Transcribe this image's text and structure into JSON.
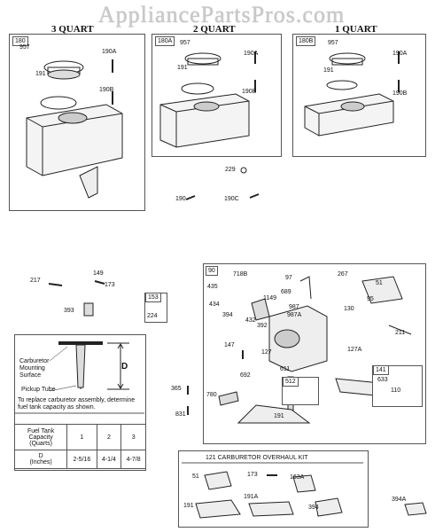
{
  "watermark": "AppliancePartsPros.com",
  "panels": {
    "p180": {
      "tag": "180",
      "title": "3 QUART",
      "l957": "957",
      "l190a": "190A",
      "l191": "191",
      "l190b": "190B"
    },
    "p180a": {
      "tag": "180A",
      "title": "2 QUART",
      "l957": "957",
      "l190a": "190A",
      "l191": "191",
      "l190b": "190B"
    },
    "p180b": {
      "tag": "180B",
      "title": "1 QUART",
      "l957": "957",
      "l190a": "190A",
      "l191": "191",
      "l190b": "190B"
    }
  },
  "loose": {
    "l229": "229",
    "l190": "190",
    "l190c": "190C",
    "l217": "217",
    "l149": "149",
    "l173": "173",
    "l393": "393"
  },
  "box153": {
    "tag": "153",
    "l224": "224"
  },
  "gauge": {
    "carb_mount": "Carburetor\nMounting\nSurface",
    "pickup": "Pickup Tube",
    "d": "D",
    "note": "To replace carburetor assembly, determine fuel tank capacity as shown.",
    "h1": "Fuel Tank\nCapacity\n(Quarts)",
    "h2": "D\n(Inches)",
    "cols": [
      "1",
      "2",
      "3"
    ],
    "vals": [
      "2-5/16",
      "4-1/4",
      "4-7/8"
    ]
  },
  "carb": {
    "tag": "90",
    "labels": [
      "718B",
      "97",
      "267",
      "435",
      "434",
      "394",
      "432",
      "1149",
      "689",
      "987",
      "987A",
      "392",
      "51",
      "95",
      "130",
      "211",
      "147",
      "127",
      "127A",
      "611",
      "692",
      "780",
      "191",
      "365",
      "831"
    ],
    "tag512": "512",
    "tag141": "141",
    "l633": "633",
    "l110": "110"
  },
  "kit": {
    "title": "121 CARBURETOR OVERHAUL KIT",
    "labels": [
      "51",
      "173",
      "163A",
      "191",
      "191A",
      "394",
      "394A"
    ]
  }
}
